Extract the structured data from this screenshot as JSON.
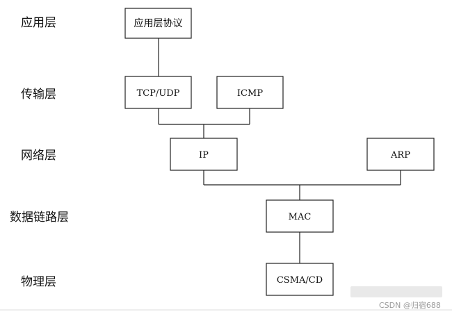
{
  "layers": [
    {
      "id": "application",
      "label": "应用层"
    },
    {
      "id": "transport",
      "label": "传输层"
    },
    {
      "id": "network",
      "label": "网络层"
    },
    {
      "id": "datalink",
      "label": "数据链路层"
    },
    {
      "id": "physical",
      "label": "物理层"
    }
  ],
  "nodes": [
    {
      "id": "app-protocol",
      "label": "应用层协议"
    },
    {
      "id": "tcp-udp",
      "label": "TCP/UDP"
    },
    {
      "id": "icmp",
      "label": "ICMP"
    },
    {
      "id": "ip",
      "label": "IP"
    },
    {
      "id": "arp",
      "label": "ARP"
    },
    {
      "id": "mac",
      "label": "MAC"
    },
    {
      "id": "csma-cd",
      "label": "CSMA/CD"
    }
  ],
  "edges": [
    {
      "from": "app-protocol",
      "to": "tcp-udp"
    },
    {
      "from": "tcp-udp",
      "to": "ip"
    },
    {
      "from": "icmp",
      "to": "ip"
    },
    {
      "from": "ip",
      "to": "mac"
    },
    {
      "from": "arp",
      "to": "mac"
    },
    {
      "from": "mac",
      "to": "csma-cd"
    }
  ],
  "watermark": "CSDN @归宿688"
}
